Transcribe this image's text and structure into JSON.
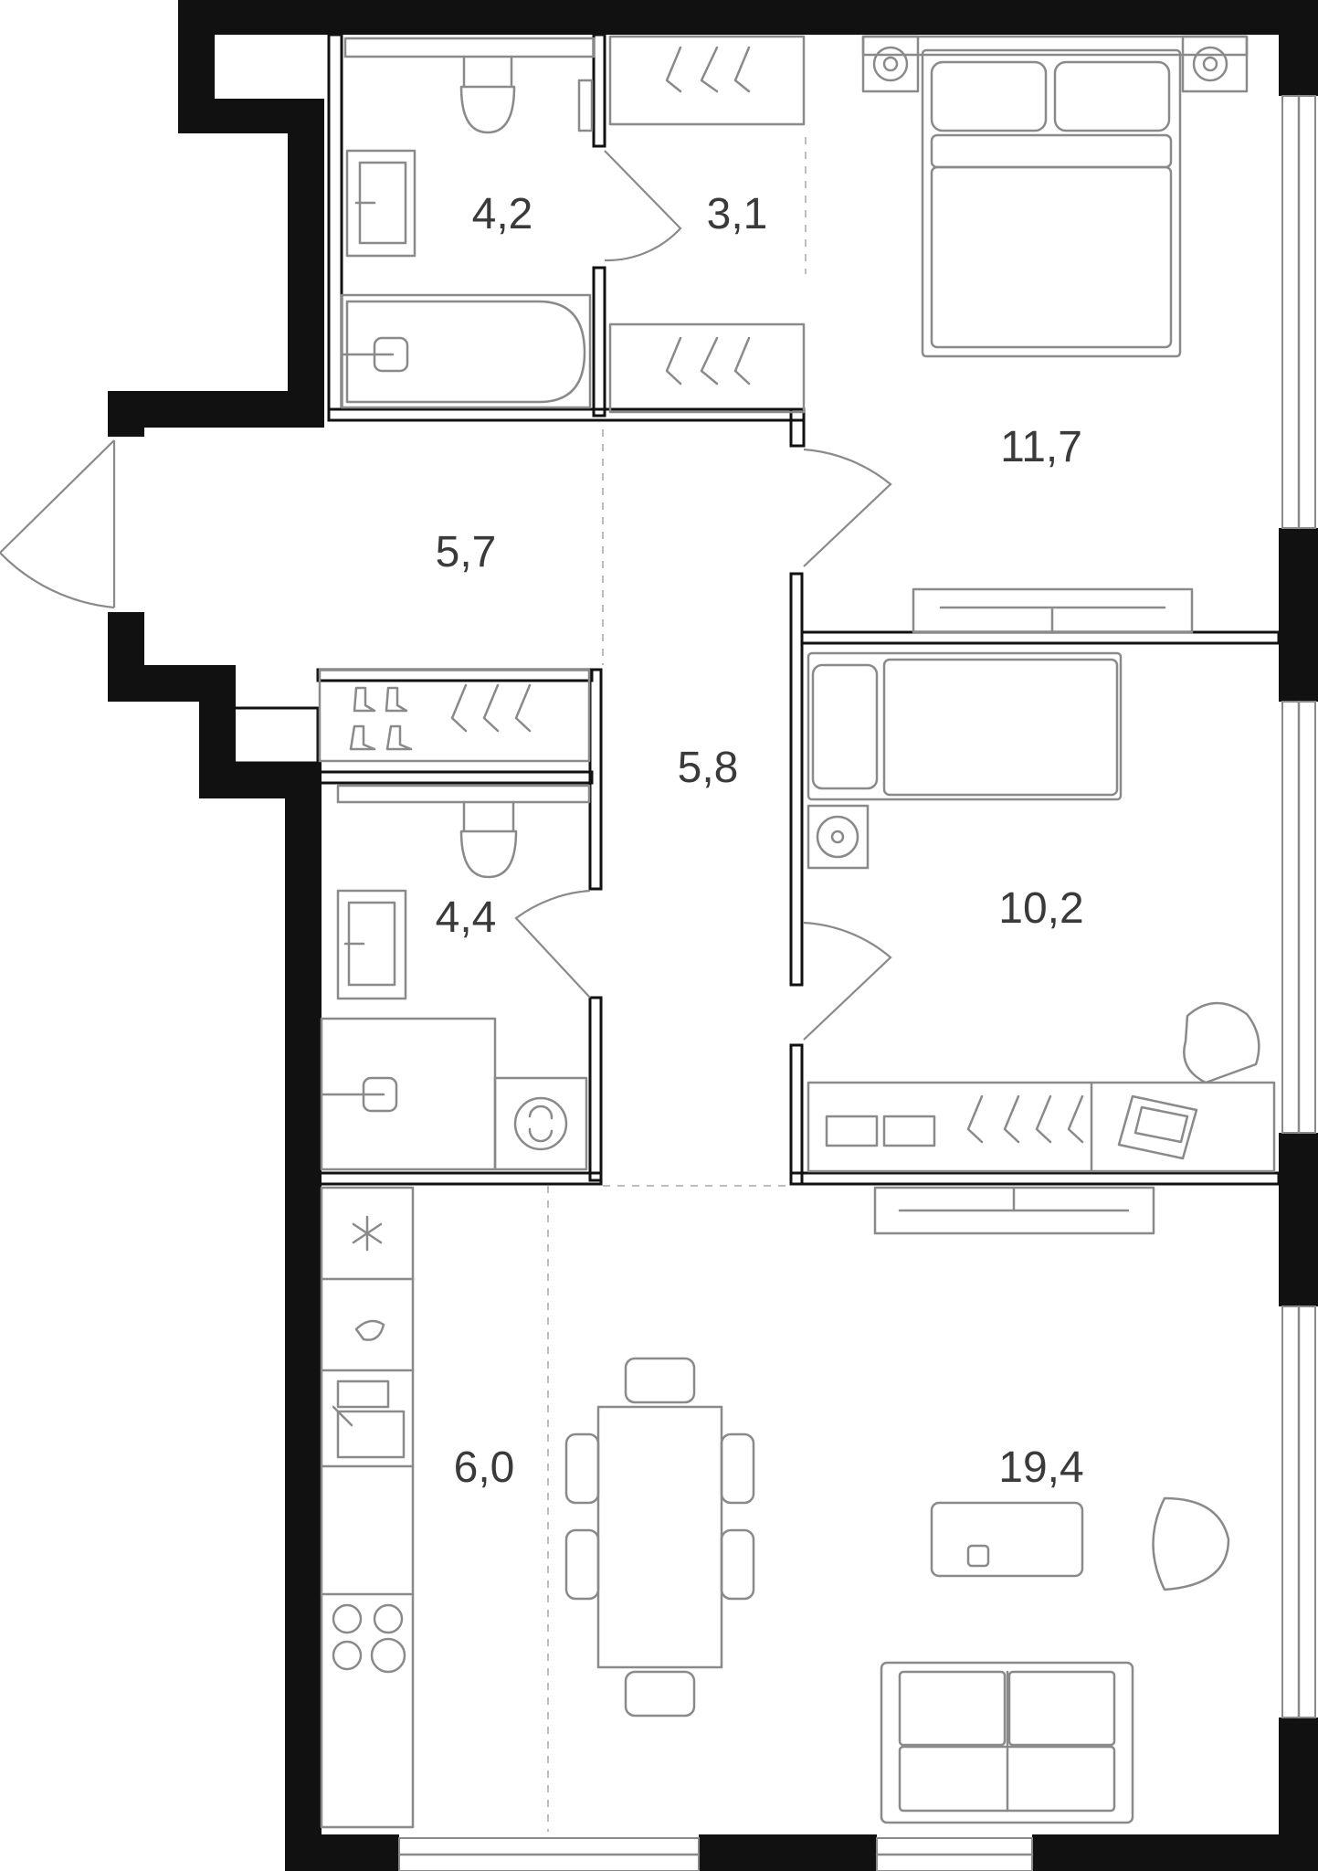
{
  "rooms": [
    {
      "id": "bathroom-1",
      "area": "4,2"
    },
    {
      "id": "wardrobe",
      "area": "3,1"
    },
    {
      "id": "bedroom-1",
      "area": "11,7"
    },
    {
      "id": "hallway",
      "area": "5,7"
    },
    {
      "id": "corridor",
      "area": "5,8"
    },
    {
      "id": "bedroom-2",
      "area": "10,2"
    },
    {
      "id": "bathroom-2",
      "area": "4,4"
    },
    {
      "id": "kitchen",
      "area": "6,0"
    },
    {
      "id": "living-room",
      "area": "19,4"
    }
  ],
  "colors": {
    "wall": "#111111",
    "furniture": "#8a8a8a",
    "label": "#3a3a3a"
  }
}
